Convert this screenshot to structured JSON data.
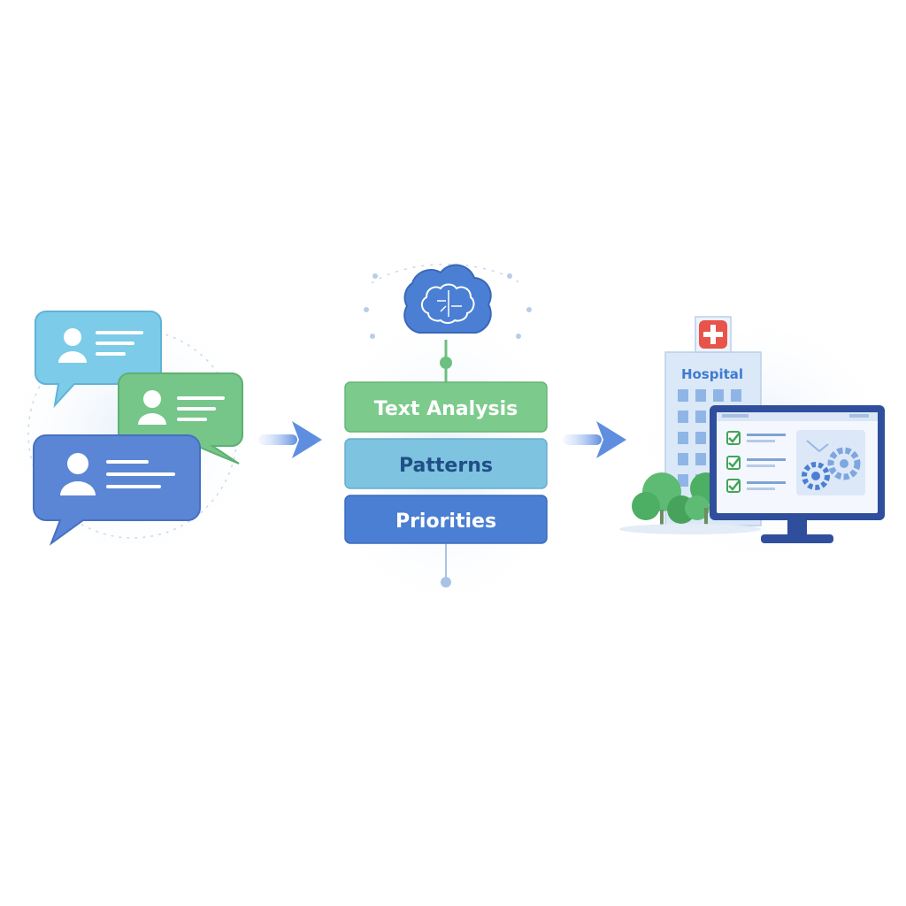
{
  "diagram": {
    "stages": [
      {
        "id": "feedback",
        "label": "Patient feedback messages"
      },
      {
        "id": "analysis",
        "label": "AI analysis"
      },
      {
        "id": "hospital",
        "label": "Hospital dashboard"
      }
    ],
    "analysis_steps": [
      {
        "label": "Text Analysis",
        "color": "#7ccb8c"
      },
      {
        "label": "Patterns",
        "color": "#7ec3e0"
      },
      {
        "label": "Priorities",
        "color": "#4a7fd3"
      }
    ],
    "hospital_sign": "Hospital",
    "colors": {
      "bubble_cyan": "#7ccbe8",
      "bubble_green": "#76c68a",
      "bubble_blue": "#5b86d6",
      "arrow": "#5f8ee0",
      "brain": "#4a7fd3",
      "connector": "#6cc07f",
      "building": "#dbe8f7",
      "monitor_frame": "#2f4f9c",
      "cross_red": "#e8534a",
      "check_green": "#43a45a",
      "tree_green": "#4caf63",
      "halo": "#eef4fc"
    },
    "icons": [
      "person-icon",
      "brain-icon",
      "medical-cross-icon",
      "checkbox-icon",
      "gear-icon",
      "arrow-right-icon",
      "tree-icon"
    ]
  }
}
